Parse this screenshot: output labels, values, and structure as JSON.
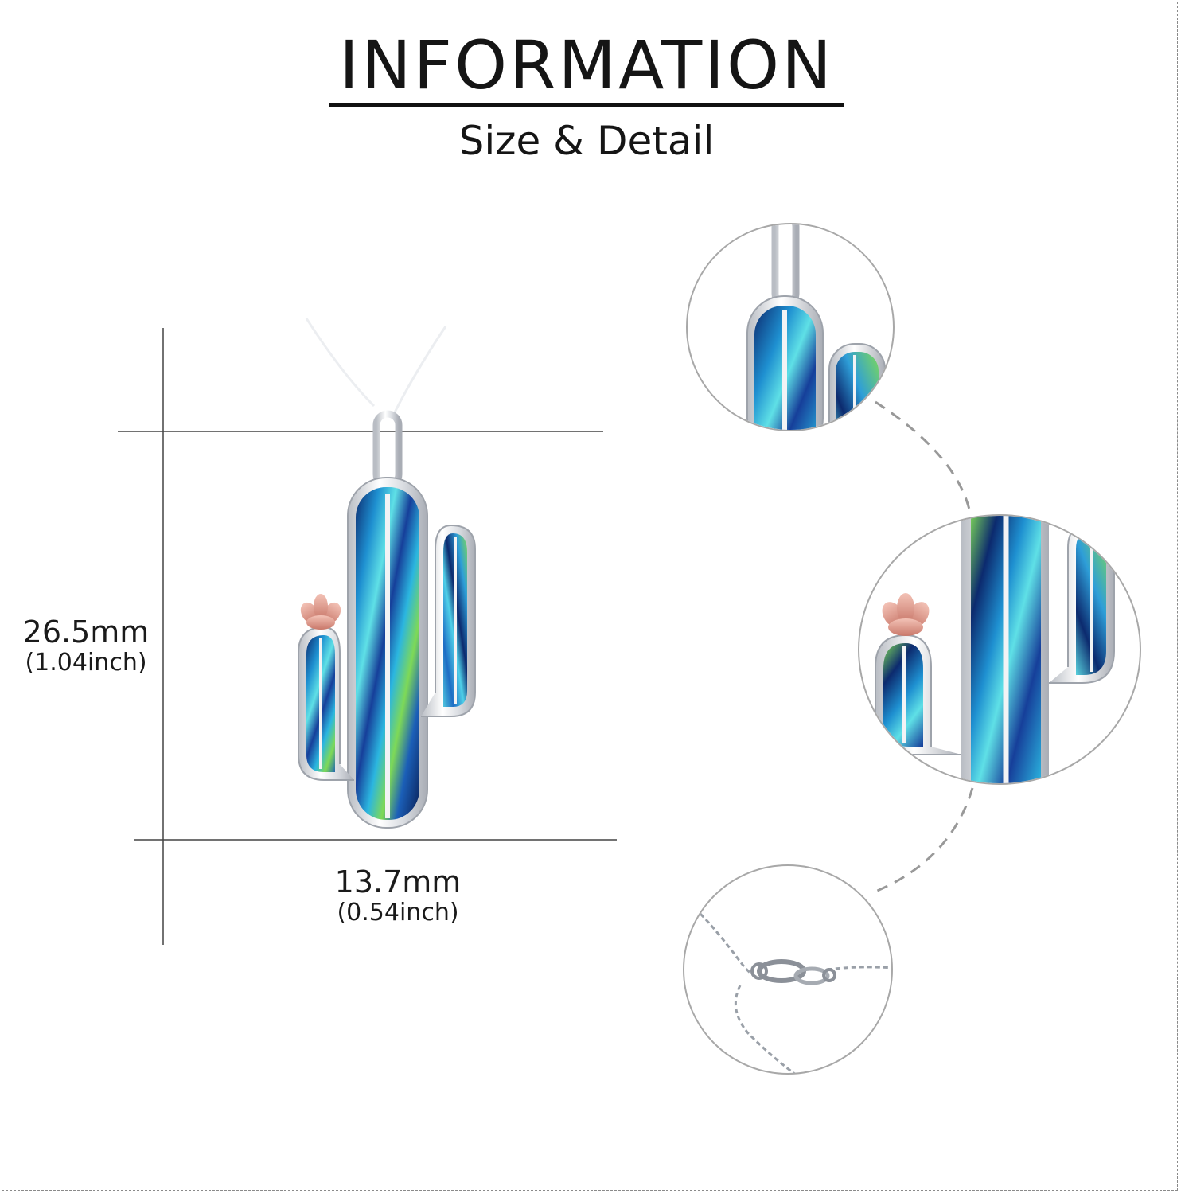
{
  "header": {
    "title": "INFORMATION",
    "subtitle": "Size & Detail"
  },
  "dimensions": {
    "height": {
      "mm": "26.5mm",
      "inch": "(1.04inch)"
    },
    "width": {
      "mm": "13.7mm",
      "inch": "(0.54inch)"
    }
  },
  "colors": {
    "frame": "#8a8a8a",
    "silver": "#e6e8ec",
    "abalone_dark": "#0c2a6e",
    "abalone_mid": "#1e8fd0",
    "abalone_light": "#5fe0e6",
    "abalone_green": "#7ed957",
    "rose_gold": "#e6a194"
  },
  "detail_views": [
    {
      "subject": "bail and top of cactus"
    },
    {
      "subject": "cactus body with rose gold flower"
    },
    {
      "subject": "lobster clasp and chain"
    }
  ]
}
